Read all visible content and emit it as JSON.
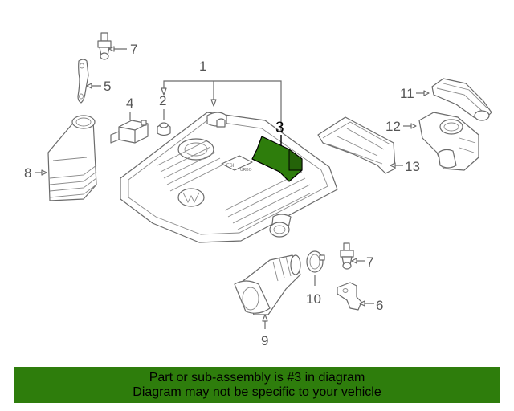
{
  "callouts": {
    "c1": "1",
    "c2": "2",
    "c3": "3",
    "c4": "4",
    "c5": "5",
    "c6": "6",
    "c7a": "7",
    "c7b": "7",
    "c8": "8",
    "c9": "9",
    "c10": "10",
    "c11": "11",
    "c12": "12",
    "c13": "13"
  },
  "engine_cover": {
    "badge_top": "FSI",
    "badge_bottom": "TURBO"
  },
  "banner": {
    "line1": "Part or sub-assembly is #3 in diagram",
    "line2": "Diagram may not be specific to your vehicle"
  },
  "colors": {
    "highlight": "#2e7d0c",
    "line": "#6b6b6b"
  }
}
